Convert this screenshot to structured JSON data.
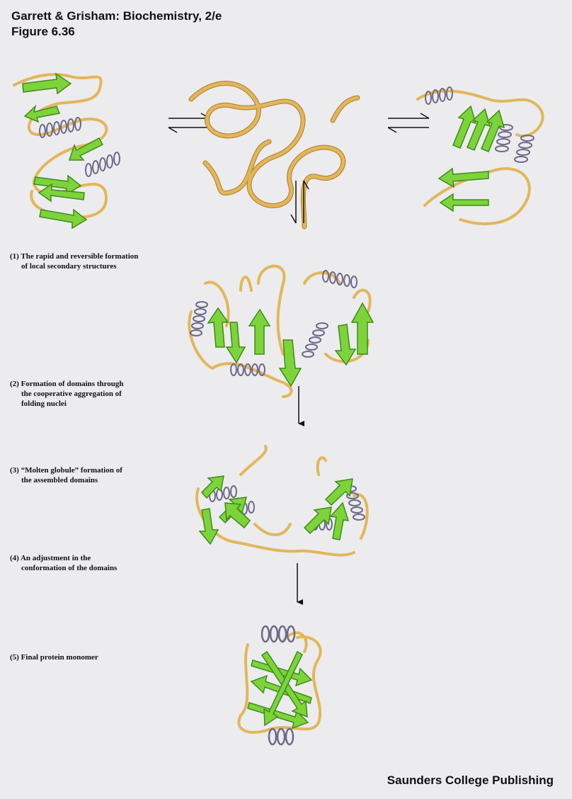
{
  "header": {
    "title_line1": "Garrett & Grisham: Biochemistry, 2/e",
    "title_line2": "Figure 6.36"
  },
  "steps": [
    {
      "line1": "(1) The rapid and reversible formation",
      "line2": "of local secondary structures",
      "line3": ""
    },
    {
      "line1": "(2) Formation of domains through",
      "line2": "the cooperative aggregation of",
      "line3": "folding nuclei"
    },
    {
      "line1": "(3) “Molten globule” formation of",
      "line2": "the assembled domains",
      "line3": ""
    },
    {
      "line1": "(4) An adjustment in the",
      "line2": "conformation of the domains",
      "line3": ""
    },
    {
      "line1": "(5) Final protein monomer",
      "line2": "",
      "line3": ""
    }
  ],
  "footer": {
    "publisher": "Saunders College Publishing"
  },
  "colors": {
    "background": "#ececee",
    "coil": "#e2b65a",
    "coil_edge": "#b8893a",
    "strand": "#7cd43a",
    "strand_edge": "#3f8a1c",
    "helix": "#c9c3dc",
    "helix_edge": "#6e6888",
    "arrow": "#111111"
  },
  "icons": [
    "equilibrium-arrow-icon",
    "process-arrow-icon"
  ]
}
